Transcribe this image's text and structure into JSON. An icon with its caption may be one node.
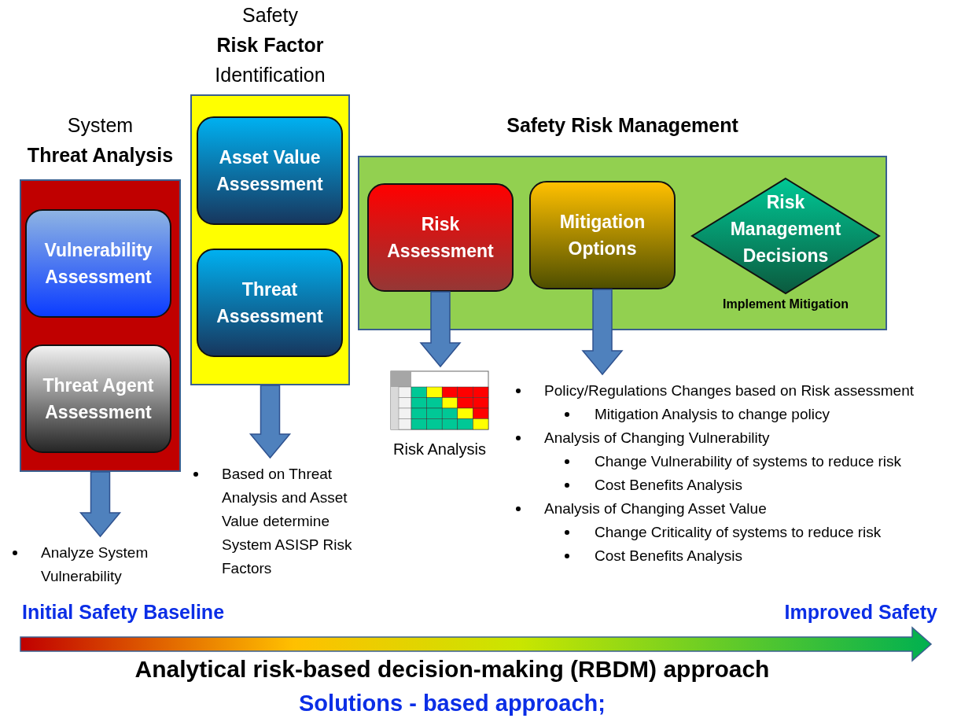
{
  "diagram": {
    "nodes": [
      {
        "text": [
          "System **Threat Analysis**"
        ]
      },
      {
        "text": [
          "Vulnerability Assessment"
        ],
        "in": 0
      },
      {
        "text": [
          "Threat Agent Assessment"
        ],
        "in": 0
      },
      {
        "text": [
          "Safety **Risk Factor** Identification"
        ]
      },
      {
        "text": [
          "Asset Value Assessment"
        ],
        "in": 3
      },
      {
        "text": [
          "Threat Assessment"
        ],
        "in": 3
      },
      {
        "text": [
          "Safety Risk Management"
        ]
      },
      {
        "text": [
          "Risk Assessment"
        ],
        "in": 6
      },
      {
        "text": [
          "Mitigation Options"
        ],
        "in": 6
      },
      {
        "text": [
          "Risk Management Decisions"
        ],
        "in": 6,
        "beside": [
          "Implement Mitigation"
        ]
      },
      {
        "text": [
          "Analyze System Vulnerability"
        ]
      },
      {
        "text": [
          "Based on Threat Analysis and Asset Value determine System ASISP Risk Factors"
        ]
      },
      {
        "text": [],
        "shape": "picture",
        "beside": [
          "Risk Analysis"
        ]
      },
      {
        "text": [
          "Policy/Regulations Changes based on Risk assessment",
          "Mitigation Analysis to change policy",
          "Analysis of Changing Vulnerability",
          "Change Vulnerability of systems to reduce risk",
          "Cost Benefits Analysis",
          "Analysis of Changing Asset Value",
          "Change Criticality of systems to reduce risk",
          "Cost Benefits Analysis"
        ]
      }
    ],
    "edges": [
      {
        "from": 0,
        "to": 10,
        "arrow": "to",
        "style": "thick"
      },
      {
        "from": 3,
        "to": 11,
        "arrow": "to",
        "style": "thick"
      },
      {
        "from": 7,
        "to": 12,
        "arrow": "to",
        "style": "thick"
      },
      {
        "from": 8,
        "to": 13,
        "arrow": "to",
        "style": "thick"
      }
    ],
    "labels": [
      "Initial Safety Baseline",
      "Improved Safety",
      "Analytical risk-based decision-making (RBDM) approach",
      "Solutions - based approach;"
    ]
  }
}
